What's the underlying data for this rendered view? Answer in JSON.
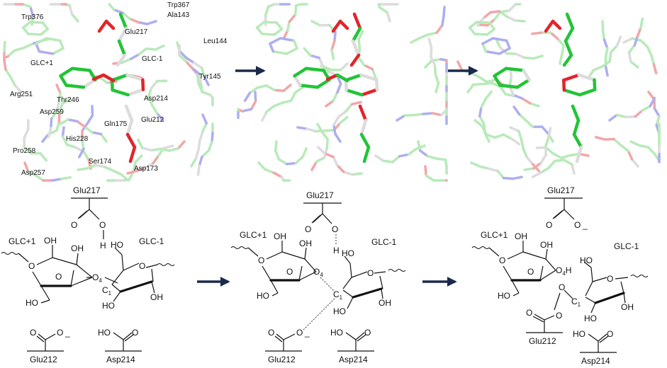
{
  "colors": {
    "carbon_ligand": "#22c437",
    "carbon_residue": "#b8eab9",
    "oxygen": "#e0252b",
    "oxygen_faint": "#f1a7a8",
    "nitrogen": "#5656e6",
    "nitrogen_faint": "#aeaef0",
    "hydrogen": "#dcdcdc",
    "arrow": "#1b2a4a"
  },
  "panel1_labels": [
    "Trp376",
    "Trp367",
    "Ala143",
    "Glu217",
    "Leu144",
    "GLC+1",
    "GLC-1",
    "Tyr145",
    "Arg251",
    "Thr246",
    "Asp214",
    "Asp259",
    "Gln175",
    "Glu212",
    "His228",
    "Pro258",
    "Ser174",
    "Asp257",
    "Asp173"
  ],
  "diagrams": [
    {
      "glu217": "Glu217",
      "glc_plus": "GLC+1",
      "glc_minus": "GLC-1",
      "glu212": "Glu212",
      "asp214": "Asp214"
    },
    {
      "glu217": "Glu217",
      "glc_plus": "GLC+1",
      "glc_minus": "GLC-1",
      "glu212": "Glu212",
      "asp214": "Asp214"
    },
    {
      "glu217": "Glu217",
      "glc_plus": "GLC+1",
      "glc_minus": "GLC-1",
      "glu212": "Glu212",
      "asp214": "Asp214"
    }
  ],
  "atoms": {
    "O": "O",
    "OH": "OH",
    "HO": "HO",
    "H": "H",
    "O4": "O",
    "four": "4",
    "C1": "C",
    "one": "1",
    "minus": "_"
  }
}
